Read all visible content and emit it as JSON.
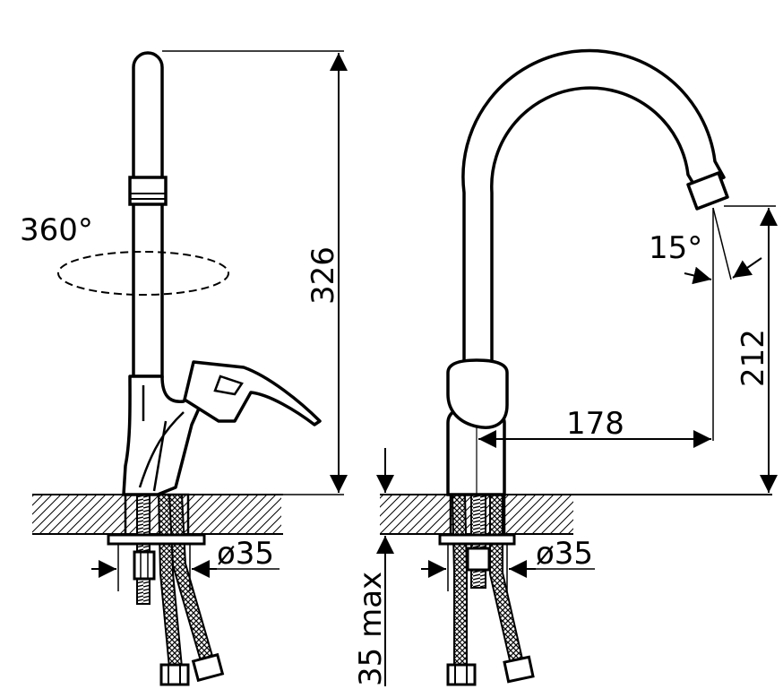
{
  "colors": {
    "line": "#000000",
    "background": "#ffffff"
  },
  "left_view": {
    "rotation_label": "360°",
    "height_label": "326",
    "diameter_label": "ø35"
  },
  "right_view": {
    "angle_label": "15°",
    "spout_height_label": "212",
    "reach_label": "178",
    "diameter_label": "ø35",
    "max_thickness_label": "35 max"
  }
}
